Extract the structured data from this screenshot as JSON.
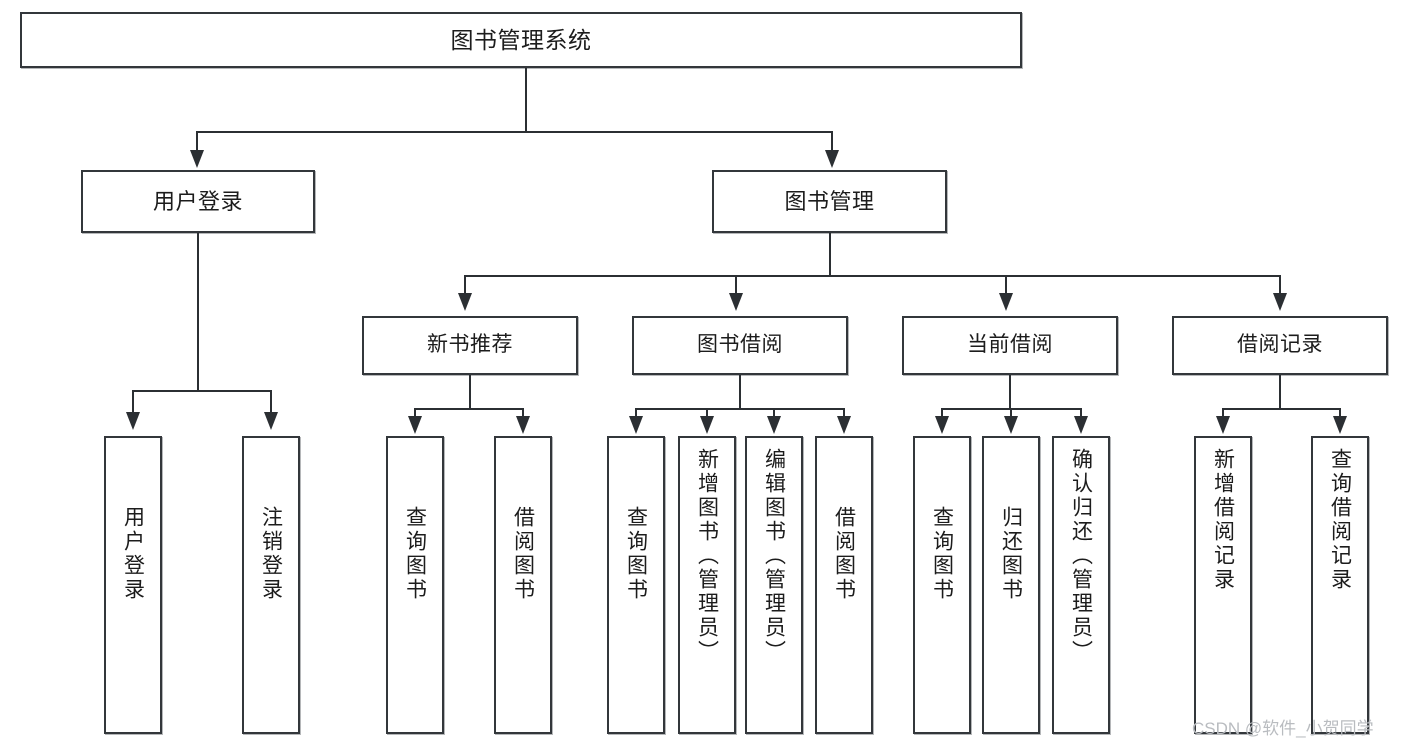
{
  "diagram": {
    "title": "图书管理系统",
    "type": "hierarchy-tree",
    "orientation": "top-down",
    "levels": 4,
    "colors": {
      "box_border": "#33373b",
      "box_fill": "#ffffff",
      "connector": "#2b2f33",
      "text": "#1c1c1c",
      "watermark": "#b9bcc0",
      "background": "#ffffff"
    }
  },
  "root": {
    "id": "root",
    "label": "图书管理系统"
  },
  "level2": [
    {
      "id": "user-login",
      "label": "用户登录"
    },
    {
      "id": "book-manage",
      "label": "图书管理"
    }
  ],
  "level3": [
    {
      "id": "new-book-recommend",
      "label": "新书推荐",
      "parent": "book-manage"
    },
    {
      "id": "book-borrow",
      "label": "图书借阅",
      "parent": "book-manage"
    },
    {
      "id": "current-borrow",
      "label": "当前借阅",
      "parent": "book-manage"
    },
    {
      "id": "borrow-record",
      "label": "借阅记录",
      "parent": "book-manage"
    }
  ],
  "leaves": {
    "user_login": [
      {
        "id": "leaf-user-login",
        "label": "用户登录"
      },
      {
        "id": "leaf-logout-login",
        "label": "注销登录"
      }
    ],
    "new_book_recommend": [
      {
        "id": "leaf-query-book-1",
        "label": "查询图书"
      },
      {
        "id": "leaf-borrow-book-1",
        "label": "借阅图书"
      }
    ],
    "book_borrow": [
      {
        "id": "leaf-query-book-2",
        "label": "查询图书"
      },
      {
        "id": "leaf-add-book",
        "label": "新增图书（管理员）"
      },
      {
        "id": "leaf-edit-book",
        "label": "编辑图书（管理员）"
      },
      {
        "id": "leaf-borrow-book-2",
        "label": "借阅图书"
      }
    ],
    "current_borrow": [
      {
        "id": "leaf-query-book-3",
        "label": "查询图书"
      },
      {
        "id": "leaf-return-book",
        "label": "归还图书"
      },
      {
        "id": "leaf-confirm-return",
        "label": "确认归还（管理员）"
      }
    ],
    "borrow_record": [
      {
        "id": "leaf-add-record",
        "label": "新增借阅记录"
      },
      {
        "id": "leaf-query-record",
        "label": "查询借阅记录"
      }
    ]
  },
  "watermark": {
    "text": "CSDN @软件_小贺同学"
  }
}
